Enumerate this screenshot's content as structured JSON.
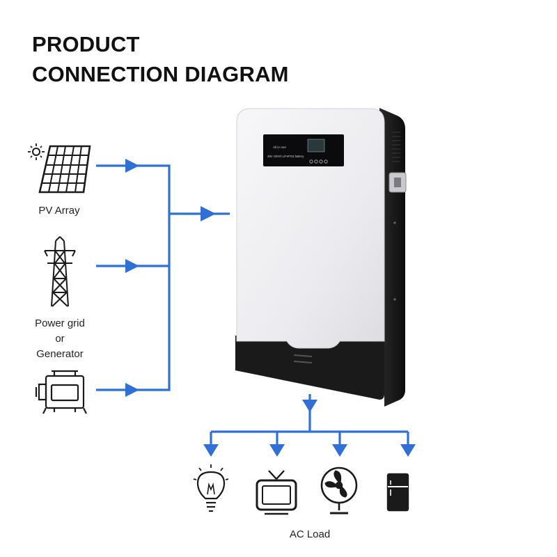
{
  "title": {
    "line1": "PRODUCT",
    "line2": "CONNECTION DIAGRAM"
  },
  "sources": {
    "pv": {
      "label": "PV Array",
      "icon": "solar-panel-icon"
    },
    "grid": {
      "line1": "Power grid",
      "line2": "or",
      "line3": "Generator",
      "icon": "power-tower-icon"
    },
    "generator": {
      "icon": "generator-icon"
    }
  },
  "device": {
    "panel_line1": "All in one",
    "panel_line2": "48V 100Ah LiFePO4 battery"
  },
  "loads": {
    "label": "AC Load",
    "icons": [
      "light-bulb-icon",
      "tv-icon",
      "fan-icon",
      "fridge-icon"
    ]
  },
  "colors": {
    "connector": "#2f6fd6",
    "device_body": "#1c1c1c",
    "device_panel": "#eeeef2"
  }
}
